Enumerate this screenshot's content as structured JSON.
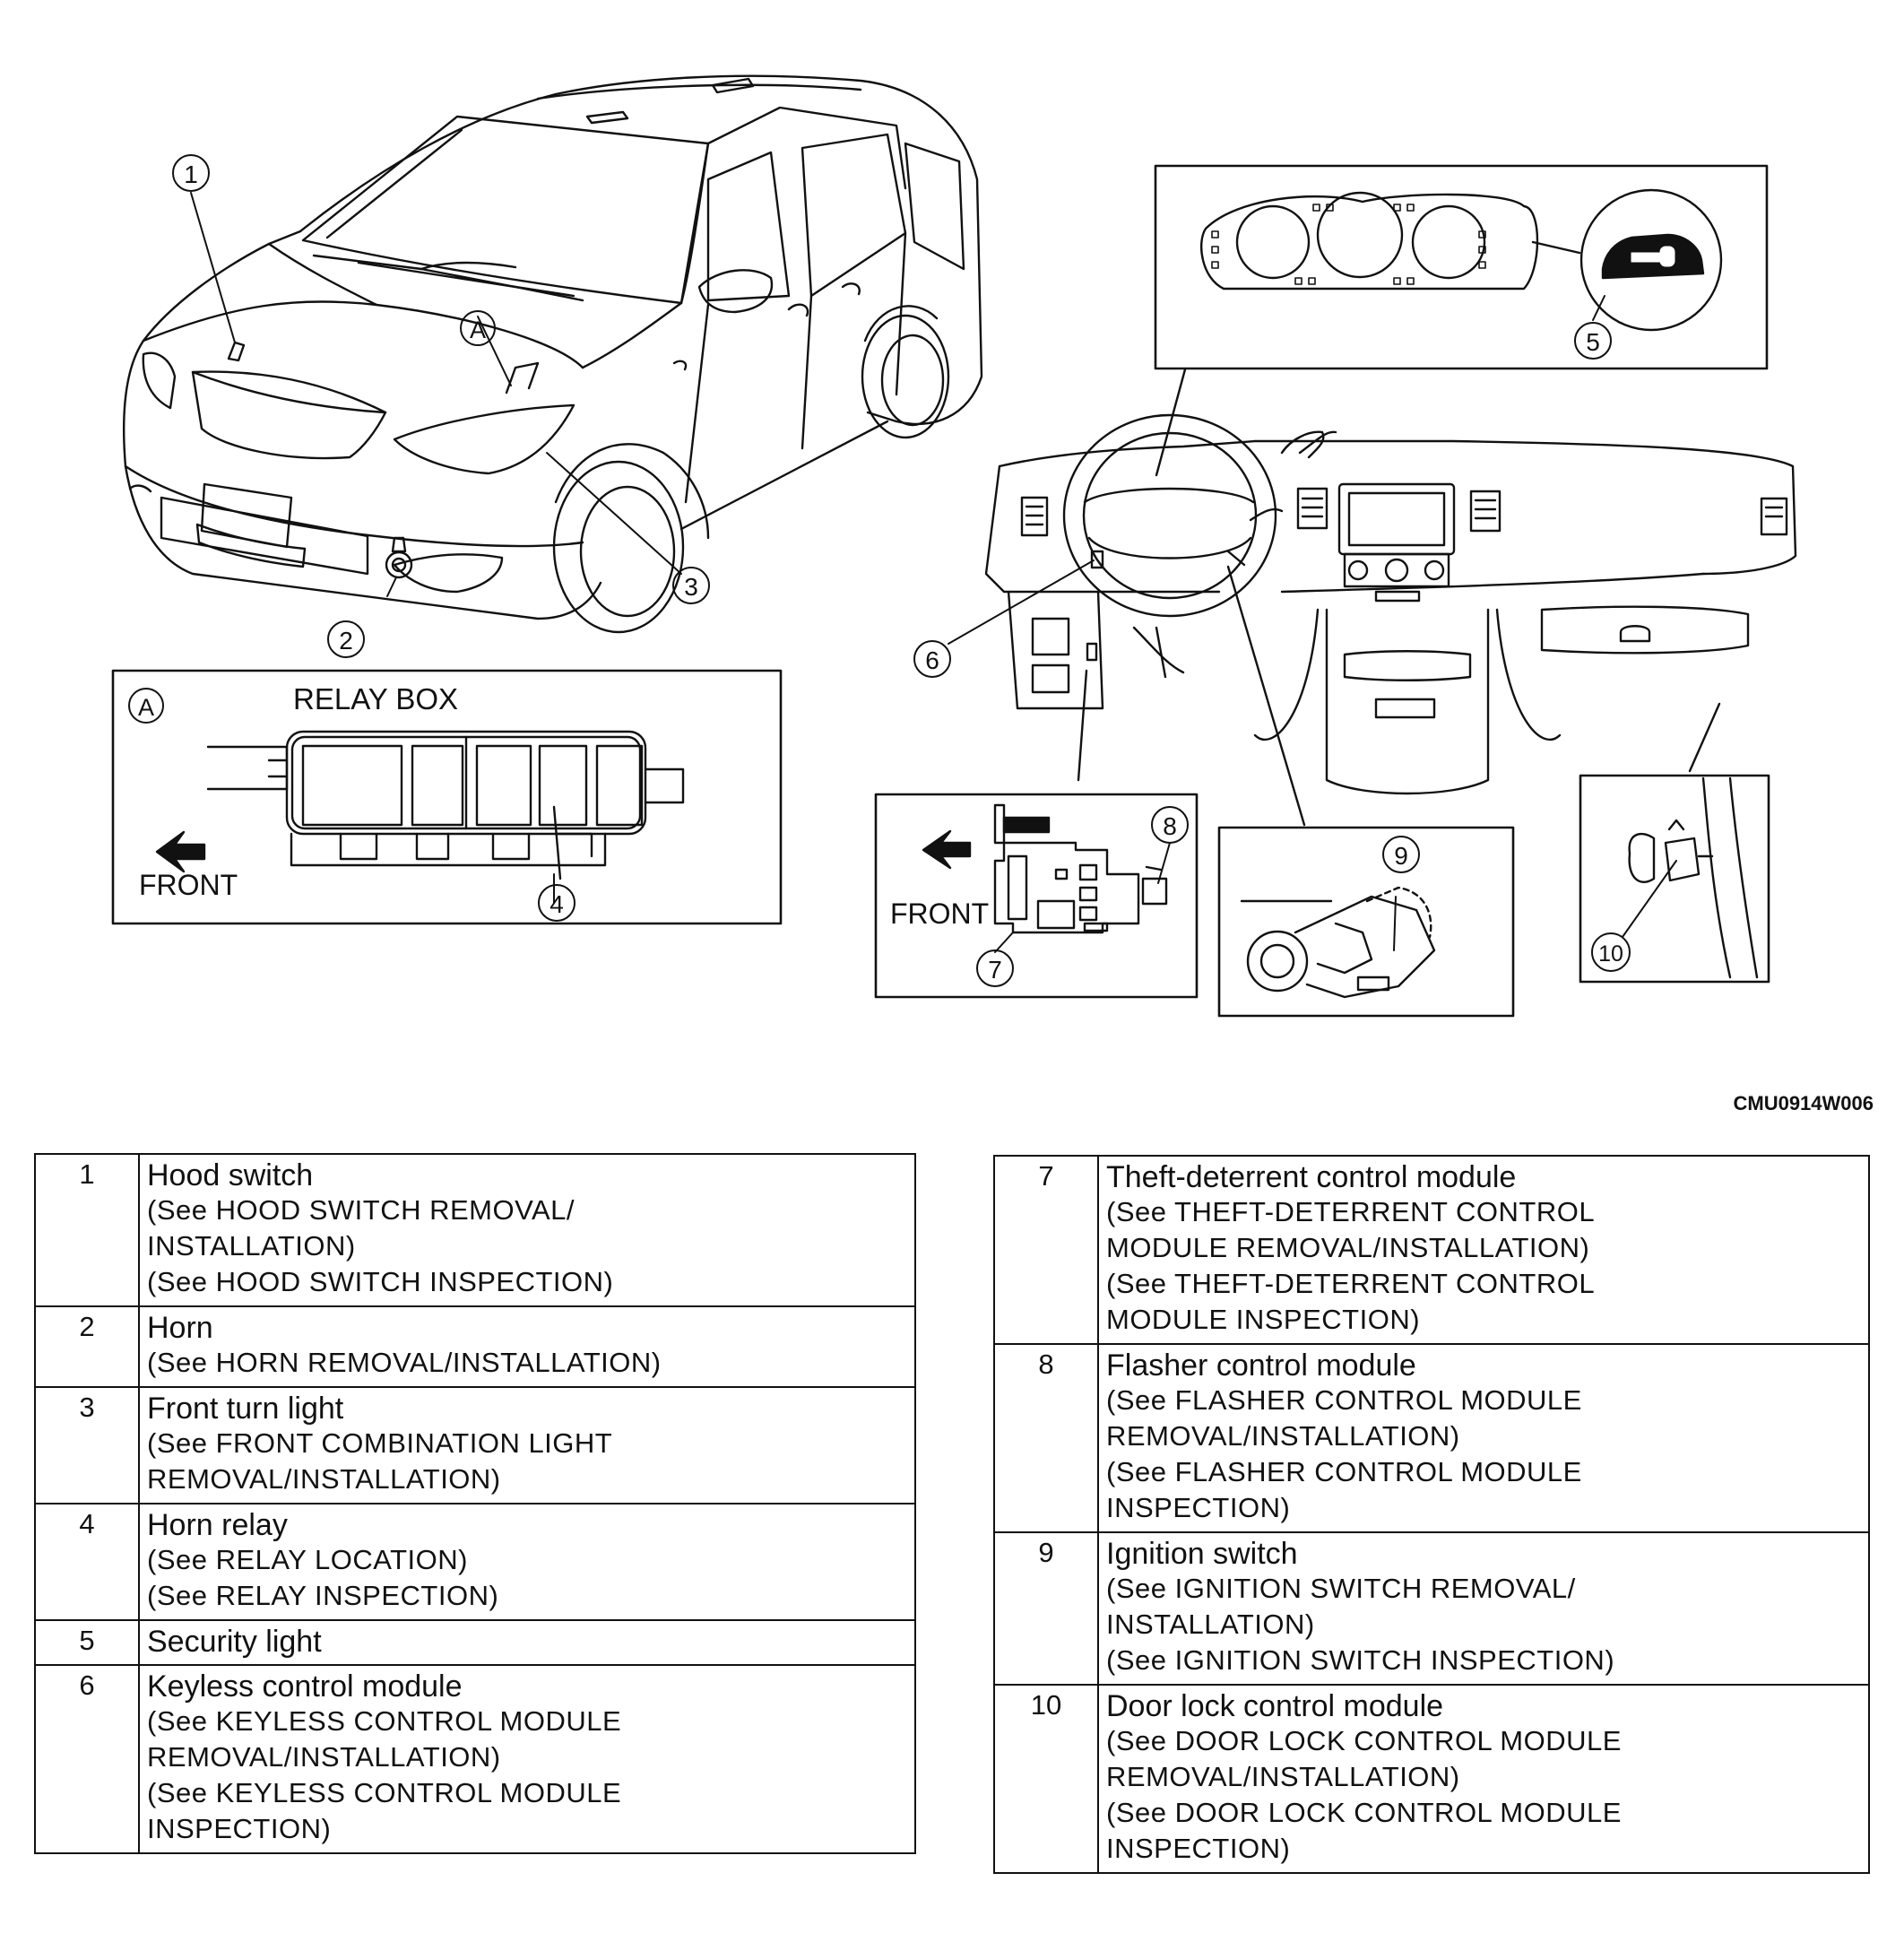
{
  "figure": {
    "code": "CMU0914W006",
    "callouts": [
      "1",
      "2",
      "3",
      "4",
      "5",
      "6",
      "7",
      "8",
      "9",
      "10"
    ],
    "detail_marker": "A",
    "relay_box_label": "RELAY BOX",
    "front_label": "FRONT"
  },
  "legend_left": [
    {
      "num": "1",
      "name": "Hood switch",
      "refs": [
        "(See HOOD SWITCH REMOVAL/",
        "INSTALLATION)",
        "(See HOOD SWITCH INSPECTION)"
      ]
    },
    {
      "num": "2",
      "name": "Horn",
      "refs": [
        "(See HORN REMOVAL/INSTALLATION)"
      ]
    },
    {
      "num": "3",
      "name": "Front turn light",
      "refs": [
        "(See FRONT COMBINATION LIGHT",
        "REMOVAL/INSTALLATION)"
      ]
    },
    {
      "num": "4",
      "name": "Horn relay",
      "refs": [
        "(See RELAY LOCATION)",
        "(See RELAY INSPECTION)"
      ]
    },
    {
      "num": "5",
      "name": "Security light",
      "refs": []
    },
    {
      "num": "6",
      "name": "Keyless control module",
      "refs": [
        "(See KEYLESS CONTROL MODULE",
        "REMOVAL/INSTALLATION)",
        "(See KEYLESS CONTROL MODULE",
        "INSPECTION)"
      ]
    }
  ],
  "legend_right": [
    {
      "num": "7",
      "name": "Theft-deterrent control module",
      "refs": [
        "(See THEFT-DETERRENT CONTROL",
        "MODULE REMOVAL/INSTALLATION)",
        "(See THEFT-DETERRENT CONTROL",
        "MODULE INSPECTION)"
      ]
    },
    {
      "num": "8",
      "name": "Flasher control module",
      "refs": [
        "(See FLASHER CONTROL MODULE",
        "REMOVAL/INSTALLATION)",
        "(See FLASHER CONTROL MODULE",
        "INSPECTION)"
      ]
    },
    {
      "num": "9",
      "name": "Ignition switch",
      "refs": [
        "(See IGNITION SWITCH REMOVAL/",
        "INSTALLATION)",
        "(See IGNITION SWITCH INSPECTION)"
      ]
    },
    {
      "num": "10",
      "name": "Door lock control module",
      "refs": [
        "(See DOOR LOCK CONTROL MODULE",
        "REMOVAL/INSTALLATION)",
        "(See DOOR LOCK CONTROL MODULE",
        "INSPECTION)"
      ]
    }
  ]
}
